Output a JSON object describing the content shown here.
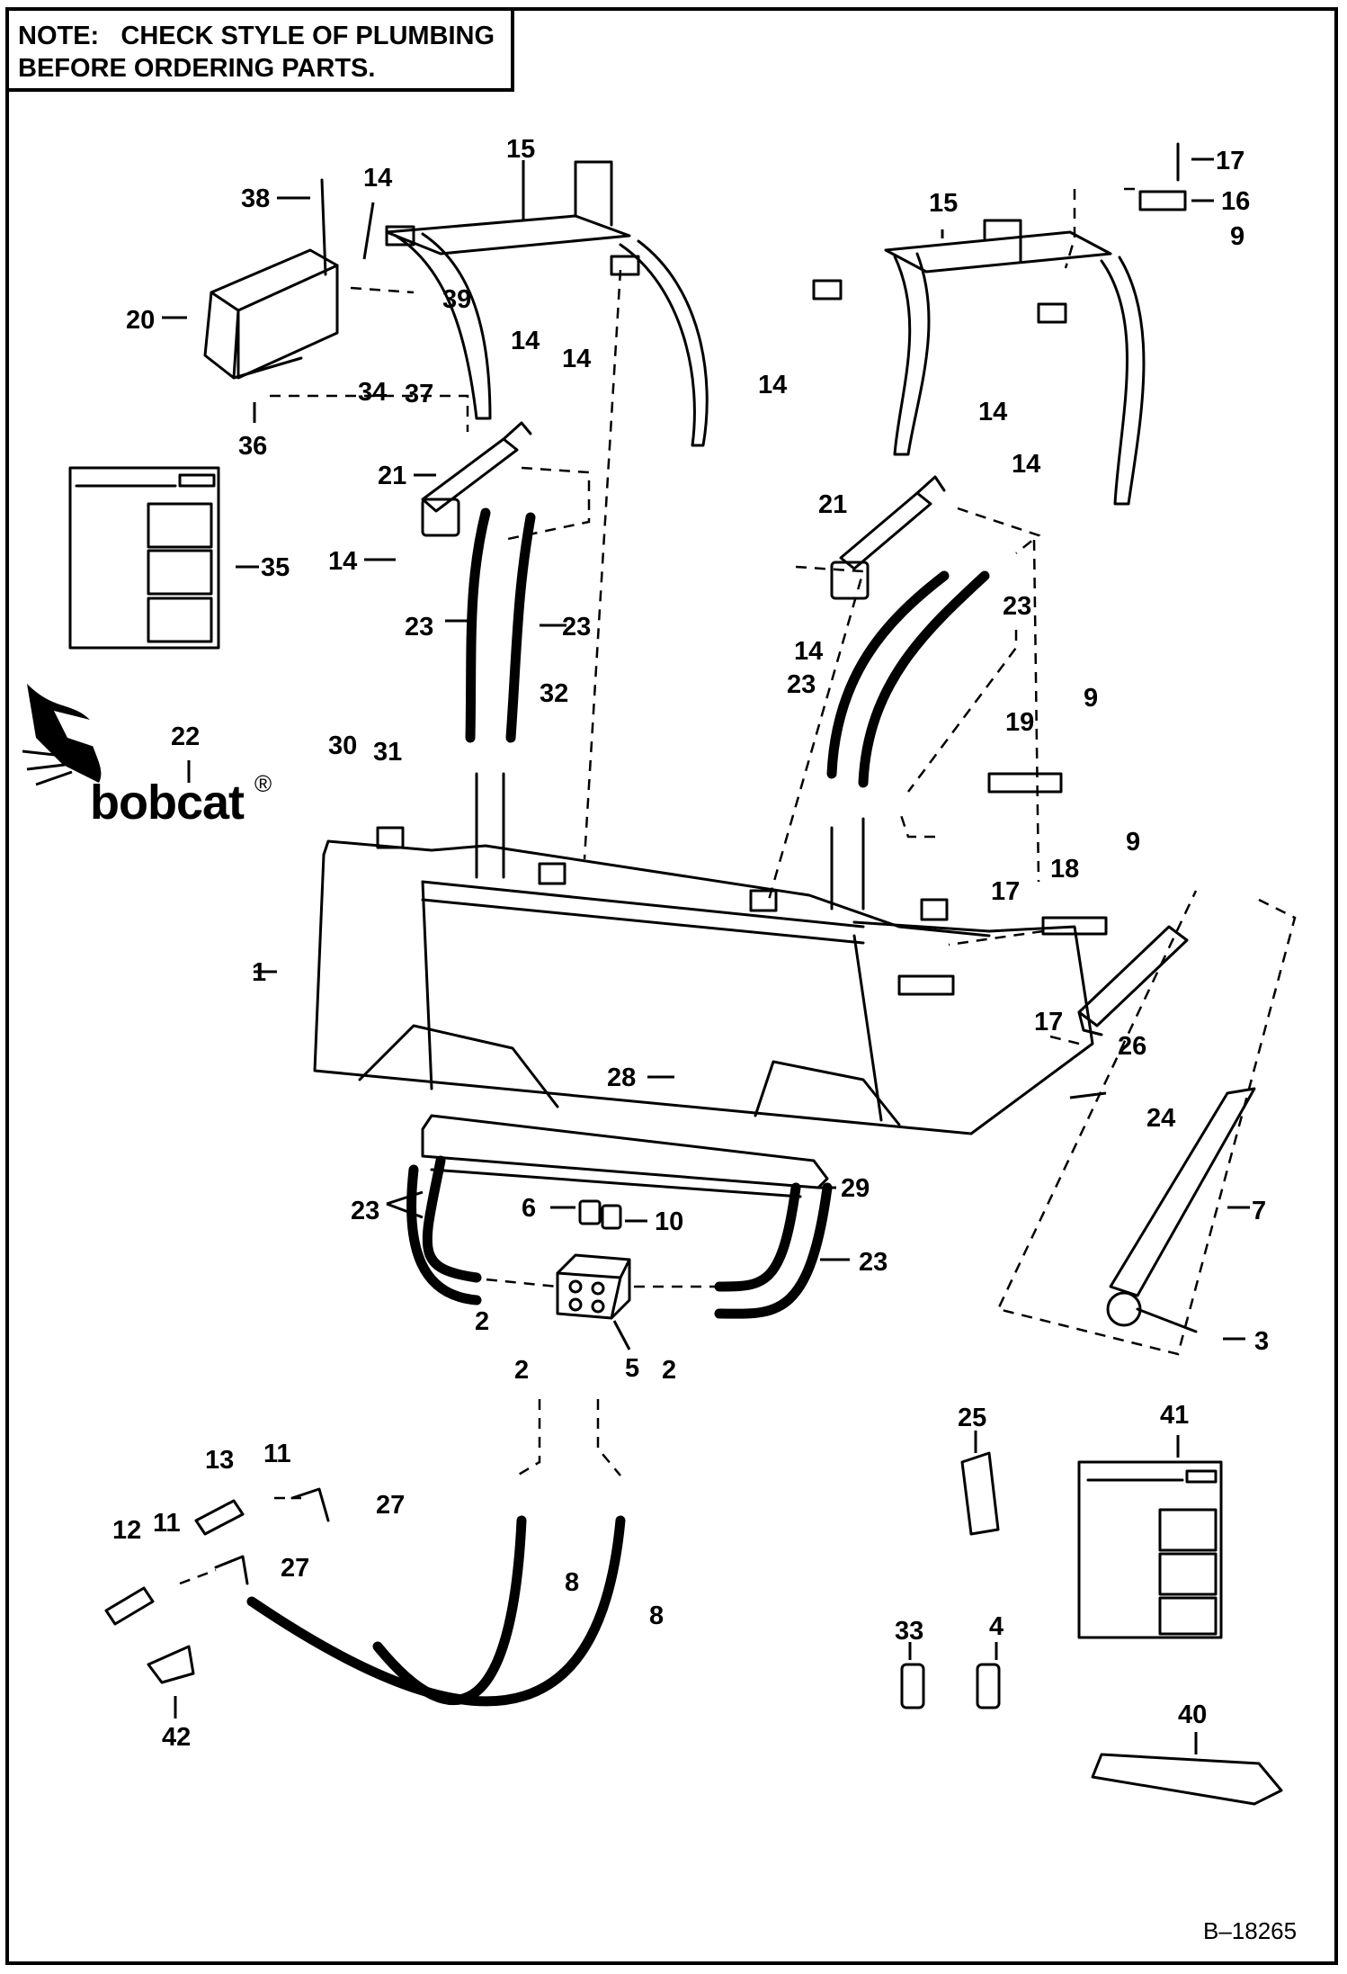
{
  "note": {
    "line1": "NOTE:   CHECK STYLE OF PLUMBING",
    "line2": "BEFORE ORDERING PARTS."
  },
  "brand": {
    "name": "bobcat",
    "reg_mark": "®",
    "logo_icon": "bobcat-head-icon"
  },
  "reference": "B–18265",
  "callouts": [
    "1",
    "2",
    "3",
    "4",
    "5",
    "6",
    "7",
    "8",
    "9",
    "10",
    "11",
    "12",
    "13",
    "14",
    "15",
    "16",
    "17",
    "18",
    "19",
    "20",
    "21",
    "22",
    "23",
    "24",
    "25",
    "26",
    "27",
    "28",
    "29",
    "30",
    "31",
    "32",
    "33",
    "34",
    "35",
    "36",
    "37",
    "38",
    "39",
    "40",
    "41",
    "42"
  ]
}
